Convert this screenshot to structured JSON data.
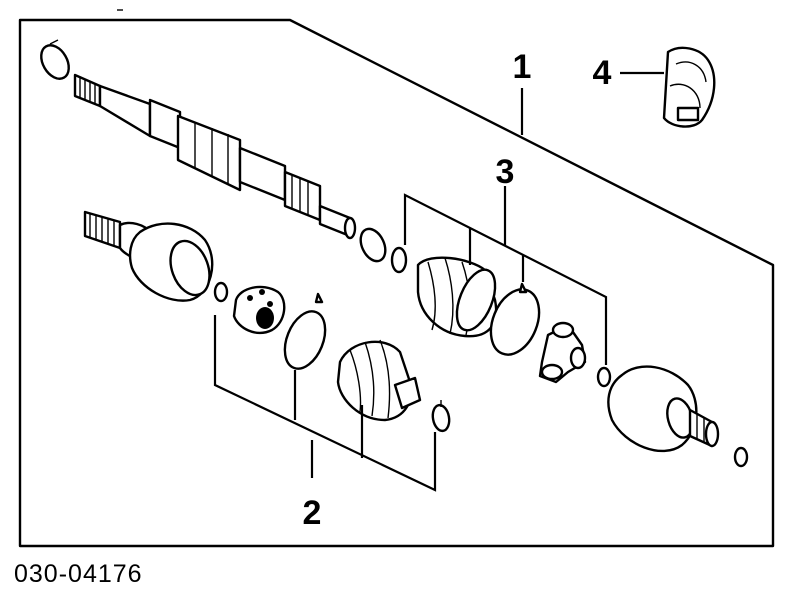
{
  "diagram": {
    "callouts": {
      "c1": "1",
      "c2": "2",
      "c3": "3",
      "c4": "4"
    },
    "part_code": "030-04176"
  }
}
